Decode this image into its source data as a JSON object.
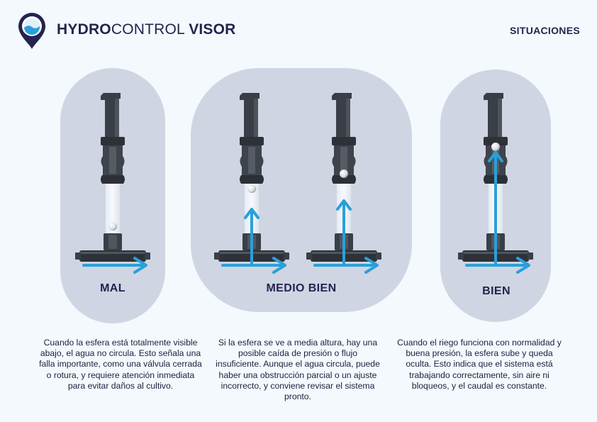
{
  "header": {
    "brand_bold_1": "HYDRO",
    "brand_regular": "CONTROL",
    "brand_bold_2": "VISOR",
    "section_title": "SITUACIONES"
  },
  "colors": {
    "accent": "#2a9fd9",
    "navy": "#25234f",
    "panel": "#cfd5e2",
    "device_dark": "#3a3f47"
  },
  "situations": [
    {
      "label": "MAL",
      "ball_level": 0.05,
      "description": "Cuando la esfera está totalmente visible abajo, el agua no circula. Esto señala una falla importante, como una válvula cerrada o rotura, y requiere atención inmediata para evitar daños al cultivo."
    },
    {
      "label": "MEDIO BIEN",
      "ball_level": 0.5,
      "description": "Si la esfera se ve a media altura, hay una posible caída de presión o flujo insuficiente. Aunque el agua circula, puede haber una obstrucción parcial o un ajuste incorrecto, y conviene revisar el sistema pronto."
    },
    {
      "label": "BIEN",
      "ball_level": 1.0,
      "description": "Cuando el riego funciona con normalidad y buena presión, la esfera sube y queda oculta. Esto indica que el sistema está trabajando correctamente, sin aire ni bloqueos, y el caudal es constante."
    }
  ]
}
